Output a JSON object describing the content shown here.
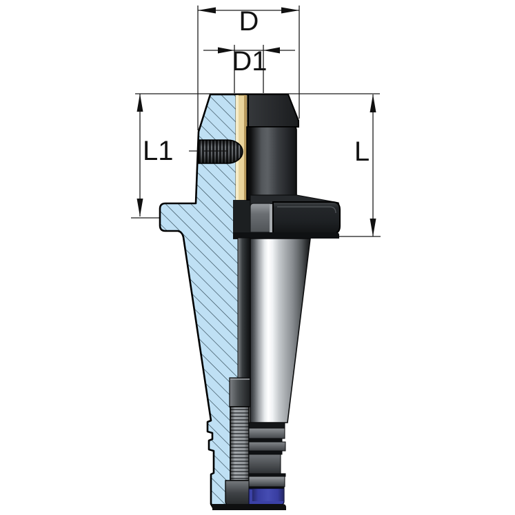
{
  "diagram": {
    "dimension_labels": {
      "top_outer": "D",
      "top_inner": "D1",
      "left_height": "L1",
      "right_height": "L"
    },
    "colors": {
      "background": "#ffffff",
      "outline": "#000000",
      "section_fill": "#bfe0f4",
      "hatch_line": "#2c4450",
      "spacer_tan": "#e9d49c",
      "body_dark": "#232629",
      "accent_blue": "#3b41a6",
      "cone_highlight": "#ffffff"
    }
  }
}
